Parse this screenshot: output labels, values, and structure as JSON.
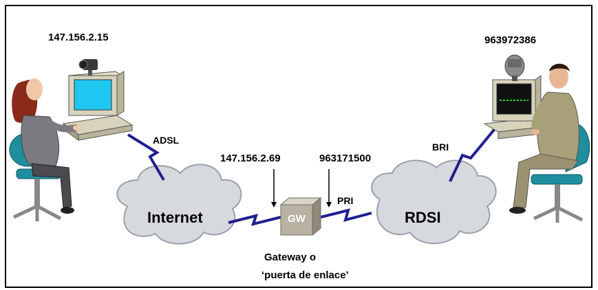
{
  "diagram": {
    "left_user": {
      "address": "147.156.2.15"
    },
    "right_user": {
      "address": "963972386"
    },
    "links": {
      "adsl": "ADSL",
      "bri": "BRI",
      "pri": "PRI"
    },
    "gateway": {
      "short_label": "GW",
      "ip_address": "147.156.2.69",
      "phone_number": "963171500",
      "caption_line1": "Gateway o",
      "caption_line2": "‘puerta de enlace’"
    },
    "clouds": {
      "internet": "Internet",
      "rdsi": "RDSI"
    }
  },
  "colors": {
    "link": "#1f1f8f",
    "cloud_fill": "#d6d9dd",
    "cloud_stroke": "#9aa0a8",
    "gateway_box": "#b7b2a2",
    "monitor_screen": "#1ec8f0",
    "woman_hair": "#8a2a1a",
    "chair": "#1f8fa0"
  }
}
